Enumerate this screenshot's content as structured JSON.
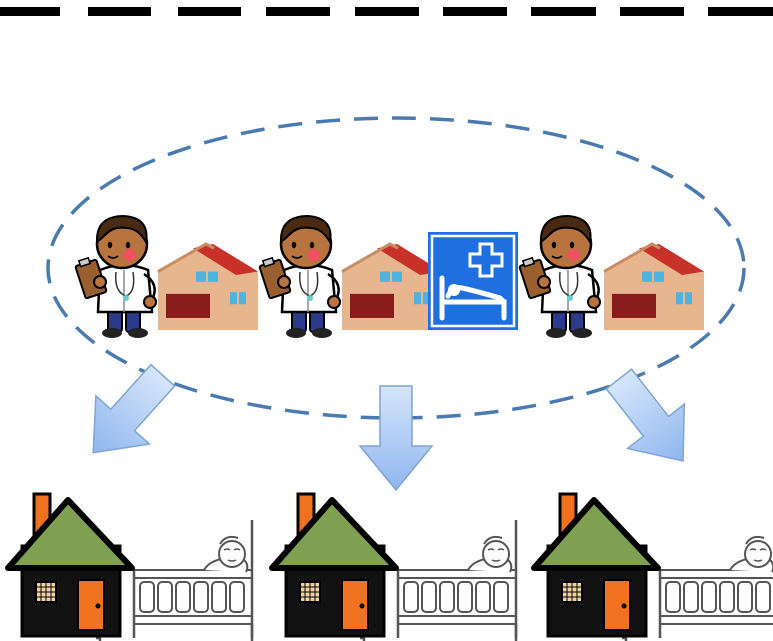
{
  "colors": {
    "background": "#ffffff",
    "top_dash": "#000000",
    "ellipse_dash": "#4a7ab0",
    "arrow_fill_top": "#d6e6fb",
    "arrow_fill_bottom": "#8fb6ee",
    "arrow_stroke": "#7fa3d4",
    "doctor_skin": "#b8743f",
    "doctor_hair": "#4a2a12",
    "doctor_cheek": "#f05060",
    "doctor_coat": "#ffffff",
    "doctor_pants": "#2b3a8a",
    "clipboard": "#9a5f2e",
    "clinic_wall": "#e7b58e",
    "clinic_roof": "#c8302a",
    "clinic_door": "#8a1c1c",
    "clinic_window": "#4fb3e0",
    "hospital_sign_bg": "#1f6fe0",
    "home_roof": "#7fa050",
    "home_wall": "#111111",
    "home_door": "#f0721e",
    "home_window": "#f2d2a0",
    "home_chimney": "#f0721e",
    "bed_line": "#555555"
  },
  "diagram": {
    "providers": [
      {
        "doctor_icon": "doctor-icon",
        "clinic_icon": "clinic-icon",
        "has_hospital_sign": false
      },
      {
        "doctor_icon": "doctor-icon",
        "clinic_icon": "clinic-icon",
        "has_hospital_sign": true,
        "sign_icon": "hospital-bed-sign-icon"
      },
      {
        "doctor_icon": "doctor-icon",
        "clinic_icon": "clinic-icon",
        "has_hospital_sign": false
      }
    ],
    "arrows": [
      {
        "icon": "arrow-down-left-icon",
        "direction": "down-left"
      },
      {
        "icon": "arrow-down-icon",
        "direction": "down"
      },
      {
        "icon": "arrow-down-right-icon",
        "direction": "down-right"
      }
    ],
    "homes": [
      {
        "house_icon": "house-icon",
        "bed_icon": "patient-in-bed-icon"
      },
      {
        "house_icon": "house-icon",
        "bed_icon": "patient-in-bed-icon"
      },
      {
        "house_icon": "house-icon",
        "bed_icon": "patient-in-bed-icon"
      }
    ]
  }
}
